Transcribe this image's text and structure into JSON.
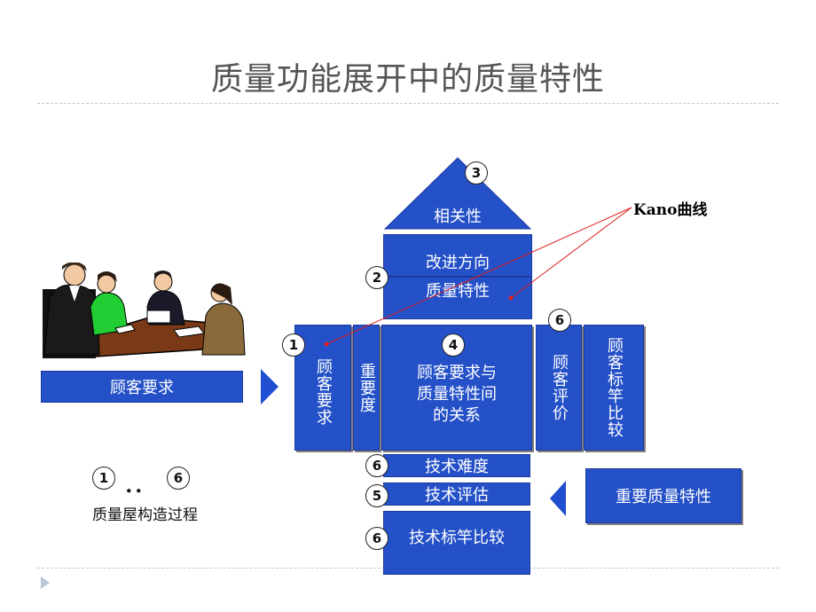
{
  "title": "质量功能展开中的质量特性",
  "kano_label": "Kano曲线",
  "house": {
    "roof": "相关性",
    "improvement_direction": "改进方向",
    "quality_characteristics": "质量特性",
    "customer_requirements": "顾客要求",
    "importance": "重要度",
    "relationship_line1": "顾客要求与",
    "relationship_line2": "质量特性间",
    "relationship_line3": "的关系",
    "customer_evaluation": "顾客评价",
    "customer_benchmark": "顾客标竿比较",
    "technical_difficulty": "技术难度",
    "technical_evaluation": "技术评估",
    "technical_benchmark": "技术标竿比较"
  },
  "steps": {
    "roof": "3",
    "quality": "2",
    "customer": "1",
    "relationship": "4",
    "evaluation": "6",
    "difficulty": "6",
    "tech_eval": "5",
    "tech_benchmark": "6"
  },
  "left_banner": "顾客要求",
  "right_banner": "重要质量特性",
  "legend": {
    "start": "1",
    "dots": "．．",
    "end": "6",
    "caption": "质量屋构造过程"
  },
  "colors": {
    "box_blue": "#2450c8",
    "arrow_blue": "#1f4fd0",
    "red_line": "#e02020"
  },
  "icons": {
    "meeting_illustration": "business-meeting-clipart",
    "nav": "triangle-right-icon"
  }
}
